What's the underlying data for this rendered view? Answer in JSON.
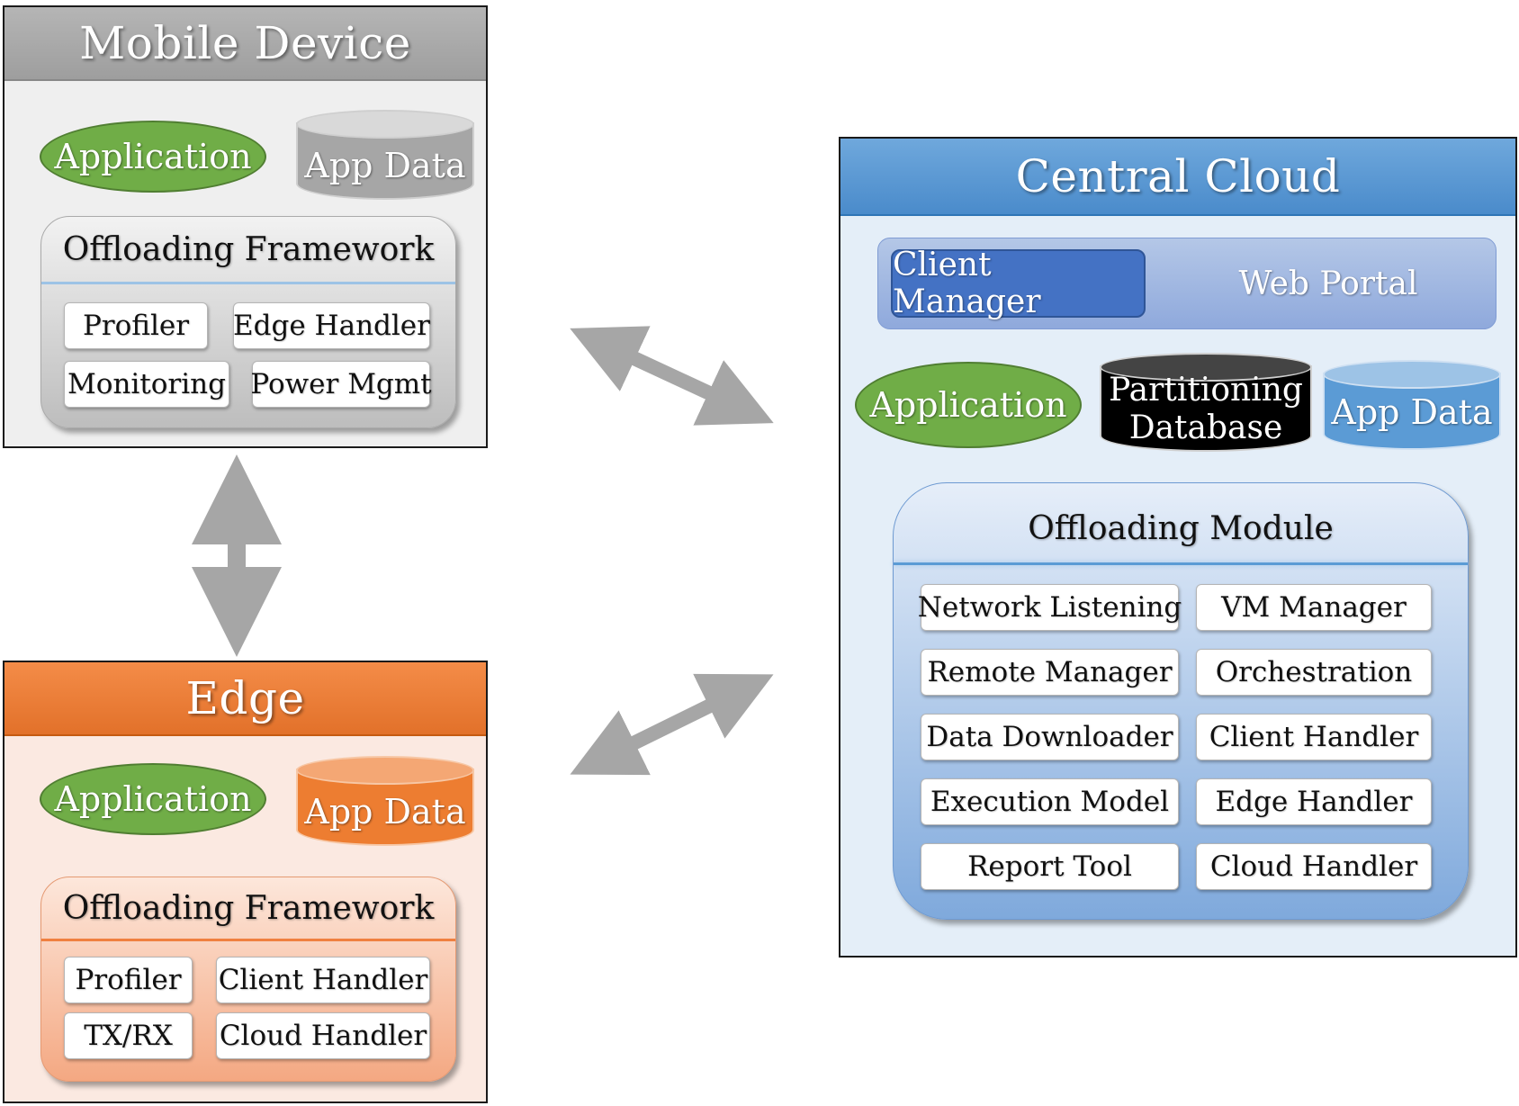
{
  "mobile": {
    "title": "Mobile Device",
    "application": "Application",
    "app_data": "App Data",
    "framework": {
      "title": "Offloading Framework",
      "items": [
        "Profiler",
        "Edge Handler",
        "Monitoring",
        "Power Mgmt"
      ]
    }
  },
  "edge": {
    "title": "Edge",
    "application": "Application",
    "app_data": "App Data",
    "framework": {
      "title": "Offloading Framework",
      "items": [
        "Profiler",
        "Client Handler",
        "TX/RX",
        "Cloud Handler"
      ]
    }
  },
  "cloud": {
    "title": "Central Cloud",
    "client_manager": "Client Manager",
    "web_portal": "Web Portal",
    "application": "Application",
    "partitioning_db_line1": "Partitioning",
    "partitioning_db_line2": "Database",
    "app_data": "App Data",
    "module": {
      "title": "Offloading Module",
      "items": [
        "Network Listening",
        "VM Manager",
        "Remote Manager",
        "Orchestration",
        "Data Downloader",
        "Client Handler",
        "Execution Model",
        "Edge Handler",
        "Report Tool",
        "Cloud Handler"
      ]
    }
  },
  "colors": {
    "mobile_header": "#a6a6a6",
    "edge_header": "#ed7d31",
    "cloud_header": "#5b9bd5",
    "application_green": "#70ad47",
    "arrow_gray": "#a6a6a6"
  }
}
